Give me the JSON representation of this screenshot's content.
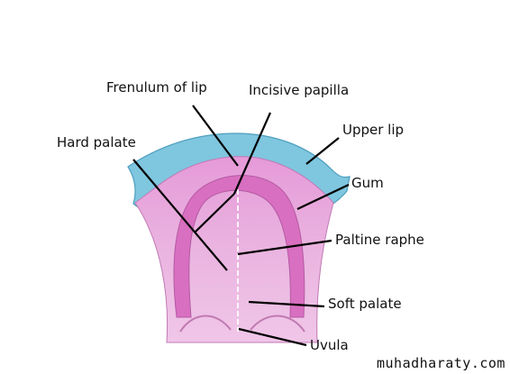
{
  "labels": {
    "frenulum_of_lip": "Frenulum of lip",
    "incisive_papilla": "Incisive papilla",
    "hard_palate": "Hard palate",
    "upper_lip": "Upper lip",
    "gum": "Gum",
    "paltine_raphe": "Paltine raphe",
    "soft_palate": "Soft palate",
    "uvula": "Uvula"
  },
  "watermark": "muhadharaty.com",
  "colors": {
    "lip_blue": "#7fc6df",
    "gum_pink": "#d86fc0",
    "palate_pink": "#eab0df",
    "leader_line": "#000000"
  }
}
